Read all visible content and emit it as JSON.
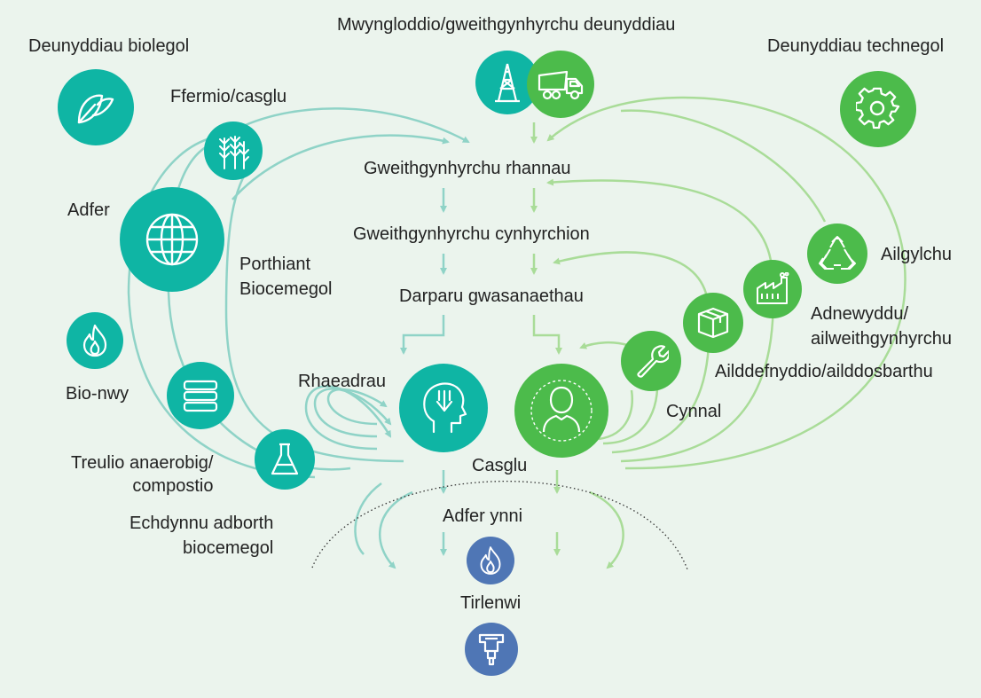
{
  "labels": {
    "biological_materials": "Deunyddiau biolegol",
    "mining_manufacturing": "Mwyngloddio/gweithgynhyrchu deunyddiau",
    "technical_materials": "Deunyddiau technegol",
    "farming_collection": "Ffermio/casglu",
    "parts_manufacturing": "Gweithgynhyrchu rhannau",
    "restoration": "Adfer",
    "product_manufacturing": "Gweithgynhyrchu cynhyrchion",
    "biochemical_feedstock": "Porthiant\nBiocemegol",
    "service_provision": "Darparu gwasanaethau",
    "recycling": "Ailgylchu",
    "refurbish_remanufacture": "Adnewyddu/\nailweithgynhyrchu",
    "biogas": "Bio-nwy",
    "reuse_redistribute": "Ailddefnyddio/ailddosbarthu",
    "cascades": "Rhaeadrau",
    "maintain": "Cynnal",
    "anaerobic_digestion": "Treulio anaerobig/\ncompostio",
    "collection": "Casglu",
    "energy_recovery": "Adfer ynni",
    "biochemical_extraction": "Echdynnu adborth\nbiocemegol",
    "landfill": "Tirlenwi"
  },
  "icons": {
    "leaf": "leaf-icon",
    "oil_rig": "oil-rig-icon",
    "dump_truck": "dump-truck-icon",
    "gear": "gear-icon",
    "wheat": "wheat-icon",
    "globe": "globe-icon",
    "flame": "flame-icon",
    "layers": "layers-icon",
    "flask": "flask-icon",
    "head": "head-cascade-icon",
    "user": "user-icon",
    "wrench": "wrench-icon",
    "box": "box-icon",
    "factory": "factory-icon",
    "recycle": "recycle-icon",
    "energy_flame": "energy-flame-icon",
    "landfill": "landfill-icon"
  },
  "colors": {
    "background": "#ebf4ed",
    "biological": "#0fb5a4",
    "technical": "#4cbb4b",
    "residual": "#4f76b5",
    "bio_flow": "#8fd3c7",
    "tech_flow": "#a9dc98"
  }
}
